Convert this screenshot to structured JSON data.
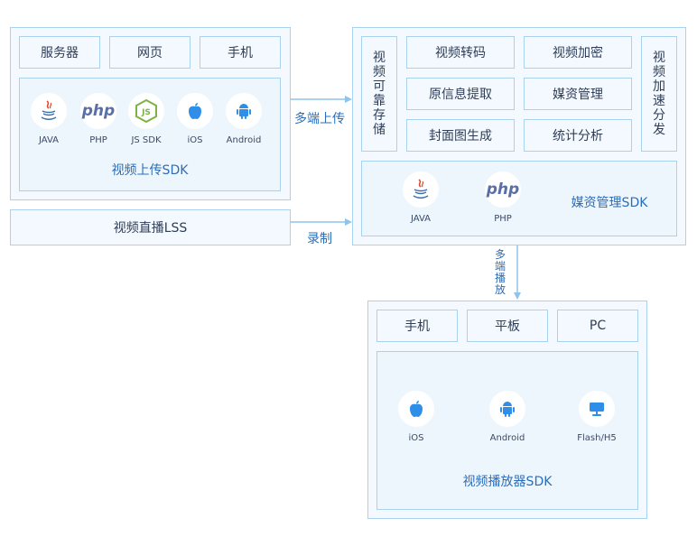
{
  "upload": {
    "tiles": [
      "服务器",
      "网页",
      "手机"
    ],
    "icons": [
      {
        "icon": "java-icon",
        "label": "JAVA"
      },
      {
        "icon": "php-icon",
        "label": "PHP"
      },
      {
        "icon": "nodejs-icon",
        "label": "JS SDK"
      },
      {
        "icon": "apple-icon",
        "label": "iOS"
      },
      {
        "icon": "android-icon",
        "label": "Android"
      }
    ],
    "sdk": "视频上传SDK"
  },
  "live": {
    "label": "视频直播LSS"
  },
  "flows": {
    "upload": "多端上传",
    "record": "录制",
    "play": "多端播放"
  },
  "media": {
    "left_vertical": "视频可靠存储",
    "right_vertical": "视频加速分发",
    "grid": [
      "视频转码",
      "视频加密",
      "原信息提取",
      "媒资管理",
      "封面图生成",
      "统计分析"
    ],
    "icons": [
      {
        "icon": "java-icon",
        "label": "JAVA"
      },
      {
        "icon": "php-icon",
        "label": "PHP"
      }
    ],
    "sdk": "媒资管理SDK"
  },
  "player": {
    "tiles": [
      "手机",
      "平板",
      "PC"
    ],
    "icons": [
      {
        "icon": "apple-icon",
        "label": "iOS"
      },
      {
        "icon": "android-icon",
        "label": "Android"
      },
      {
        "icon": "monitor-icon",
        "label": "Flash/H5"
      }
    ],
    "sdk": "视频播放器SDK"
  },
  "colors": {
    "border": "#a9d2ef",
    "fill": "#f3f9fe",
    "accent": "#2c6db8",
    "java_red": "#e0462c",
    "node_green": "#7cb342",
    "blue_icon": "#2f8ee8",
    "php_blue": "#5a6fa8"
  }
}
